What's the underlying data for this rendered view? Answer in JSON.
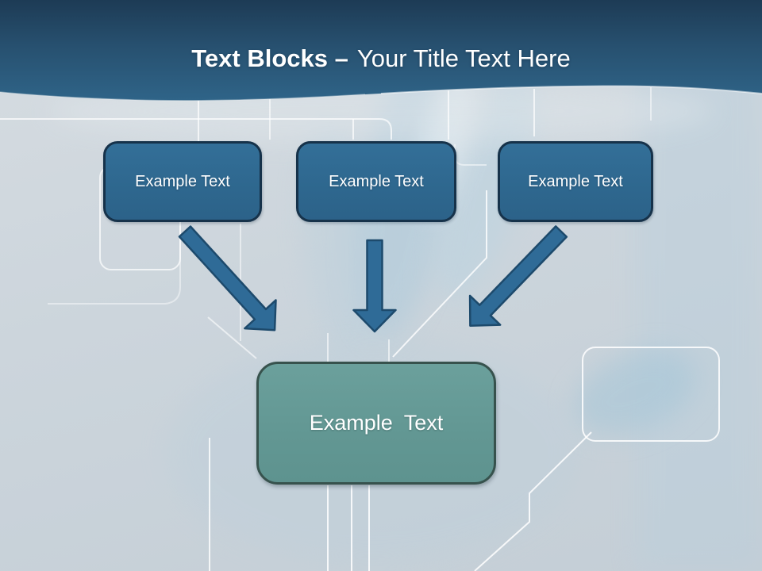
{
  "slide": {
    "header": {
      "title_bold": "Text Blocks –",
      "title_regular": "Your Title Text Here"
    },
    "blocks": {
      "sources": [
        {
          "label": "Example Text"
        },
        {
          "label": "Example Text"
        },
        {
          "label": "Example Text"
        }
      ],
      "target": {
        "label": "Example Text"
      }
    },
    "arrows": [
      {
        "name": "arrow-diagonal-down-right"
      },
      {
        "name": "arrow-straight-down"
      },
      {
        "name": "arrow-diagonal-down-left"
      }
    ],
    "colors": {
      "header_gradient_top": "#1d3b55",
      "header_gradient_bottom": "#2f6488",
      "source_box_fill": "#2f6a91",
      "source_box_border": "#16324a",
      "target_box_fill": "#649a96",
      "target_box_border": "#37524d",
      "arrow_fill": "#2f6b97",
      "arrow_outline": "#1d4a6c",
      "background": "#ccd5dc",
      "circuit_trace": "#ffffff",
      "title_text": "#ffffff",
      "block_text": "#ffffff"
    }
  }
}
